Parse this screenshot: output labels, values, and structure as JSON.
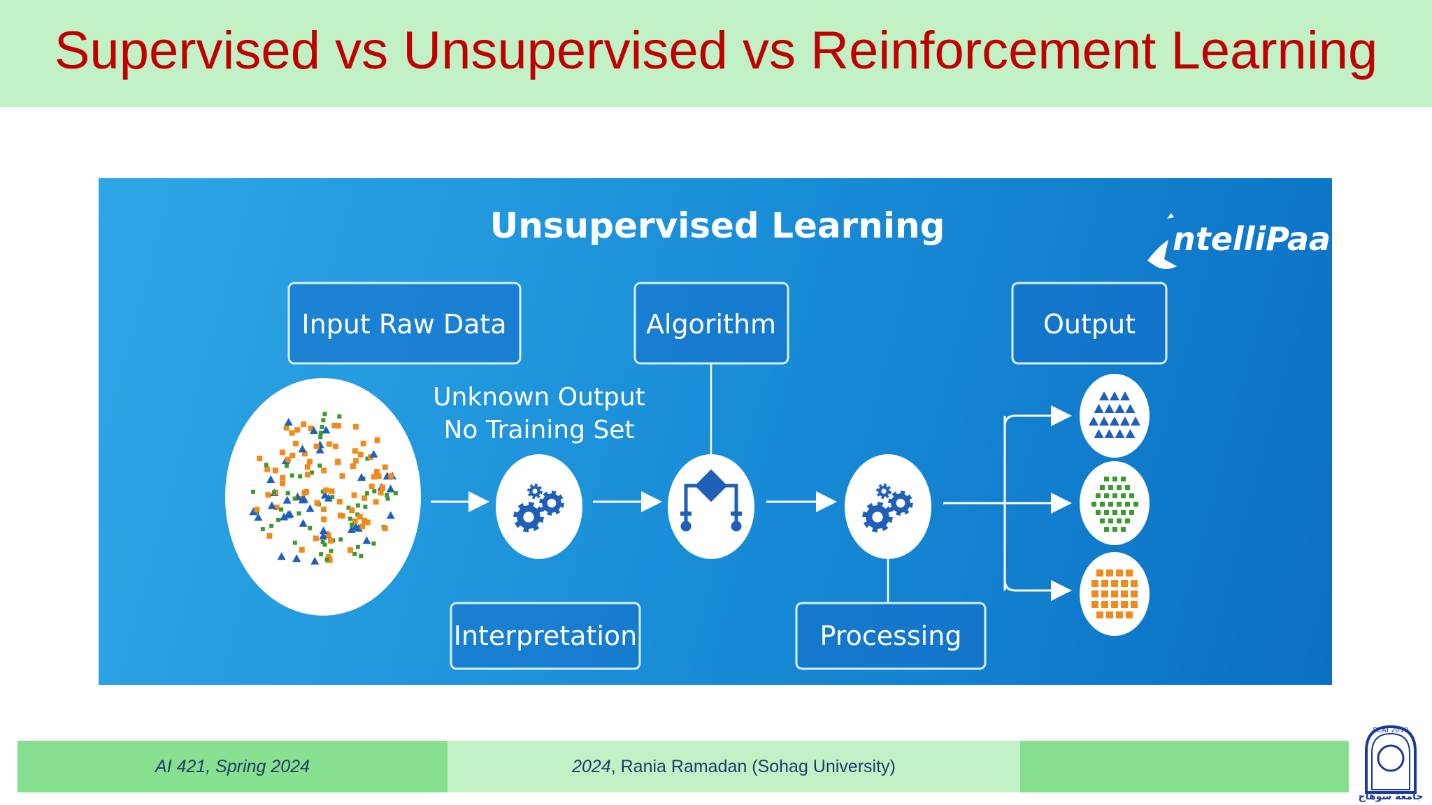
{
  "slide": {
    "title": "Supervised vs Unsupervised vs Reinforcement Learning"
  },
  "diagram": {
    "heading": "Unsupervised Learning",
    "brand": "ntelliPaat",
    "boxes": {
      "input": "Input Raw Data",
      "algorithm": "Algorithm",
      "output": "Output",
      "interpretation": "Interpretation",
      "processing": "Processing"
    },
    "note_line1": "Unknown Output",
    "note_line2": "No Training Set",
    "colors": {
      "background_start": "#2fa7e6",
      "background_end": "#0a70c4",
      "triangle": "#1f5fb8",
      "square": "#f08a1c",
      "dot": "#3a9a2e"
    }
  },
  "footer": {
    "course": "AI 421, Spring 2024",
    "year": "2024",
    "credit": ", Rania Ramadan (Sohag University)"
  },
  "logo": {
    "text_top": "FCAI 2019",
    "text_bottom": "جامعة سوهاج"
  }
}
